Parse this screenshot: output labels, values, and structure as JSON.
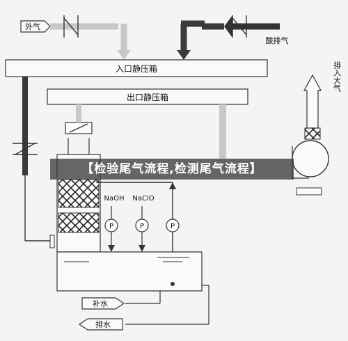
{
  "labels": {
    "outside_air": "外气",
    "acid_exhaust": "酸排气",
    "inlet_box": "入口静压箱",
    "outlet_box": "出口静压箱",
    "naoh": "NaOH",
    "naclo": "NaClO",
    "pump_symbol": "P",
    "stack_exhaust": "排入大气",
    "make_up_water": "补水",
    "drain_water": "排水"
  },
  "banner": "【检验尾气流程,检测尾气流程】",
  "colors": {
    "line_dark": "#3a3a3a",
    "line_gray": "#c8c8c8",
    "stroke": "#333333",
    "banner_bg": "#3c3c3c"
  }
}
